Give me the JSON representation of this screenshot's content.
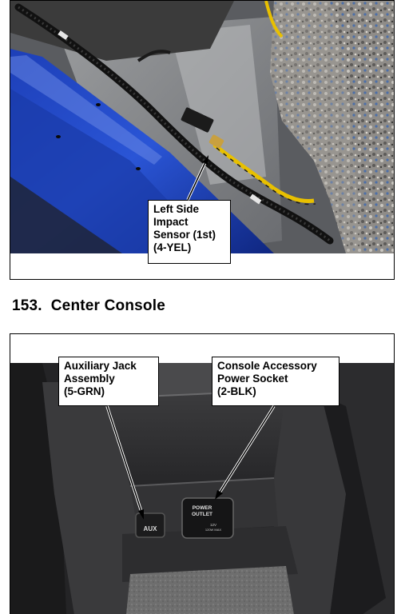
{
  "figure_top": {
    "callout": "Left Side\nImpact\nSensor (1st)\n(4-YEL)"
  },
  "section": {
    "number": "153.",
    "title": "Center Console"
  },
  "figure_bottom": {
    "callout_aux": "Auxiliary Jack\nAssembly\n(5-GRN)",
    "callout_power": "Console Accessory\nPower Socket\n(2-BLK)",
    "aux_jack_text": "AUX",
    "power_outlet_line1": "POWER",
    "power_outlet_line2": "OUTLET",
    "power_outlet_line3": "12V",
    "power_outlet_line4": "120W MAX"
  }
}
